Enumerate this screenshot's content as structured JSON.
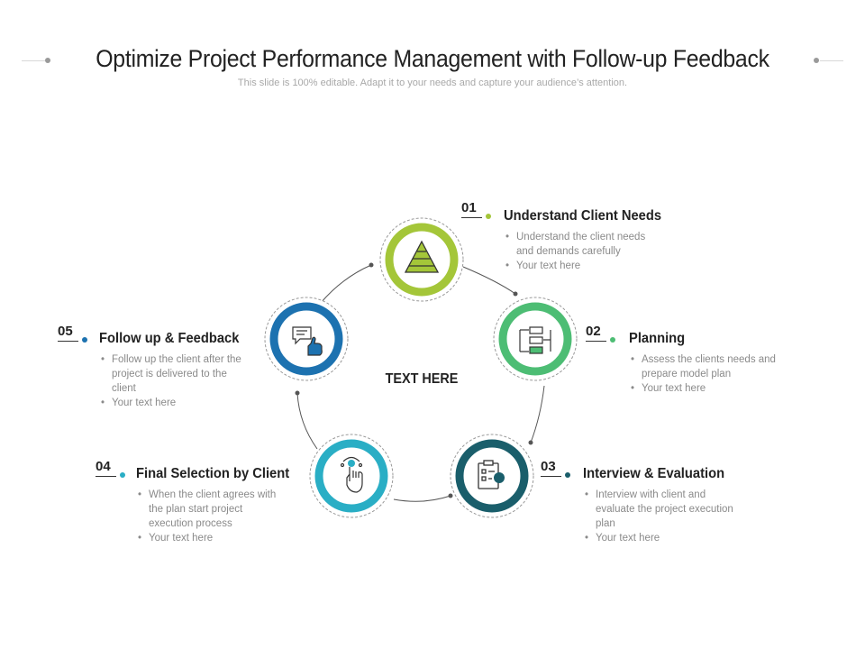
{
  "title": "Optimize Project Performance Management with Follow-up Feedback",
  "subtitle": "This slide is 100% editable. Adapt it to your needs and capture your audience’s attention.",
  "center_text": "TEXT HERE",
  "colors": {
    "step1": "#a4c639",
    "step2": "#4dbd74",
    "step3": "#1a5e6b",
    "step4": "#2aaec5",
    "step5": "#1d72b0"
  },
  "steps": [
    {
      "number": "01",
      "title": "Understand Client Needs",
      "icon": "pyramid-icon",
      "bullets": [
        "Understand the client needs and demands carefully",
        "Your text here"
      ]
    },
    {
      "number": "02",
      "title": "Planning",
      "icon": "flowchart-icon",
      "bullets": [
        "Assess the clients needs and prepare model plan",
        "Your text here"
      ]
    },
    {
      "number": "03",
      "title": "Interview & Evaluation",
      "icon": "clipboard-checklist-icon",
      "bullets": [
        "Interview with client and evaluate the project execution plan",
        "Your text here"
      ]
    },
    {
      "number": "04",
      "title": "Final Selection by Client",
      "icon": "hand-touch-icon",
      "bullets": [
        "When the client agrees with the plan start project execution process",
        "Your text here"
      ]
    },
    {
      "number": "05",
      "title": "Follow up & Feedback",
      "icon": "chat-thumbs-up-icon",
      "bullets": [
        "Follow up the client after the project is delivered to the client",
        "Your text here"
      ]
    }
  ]
}
